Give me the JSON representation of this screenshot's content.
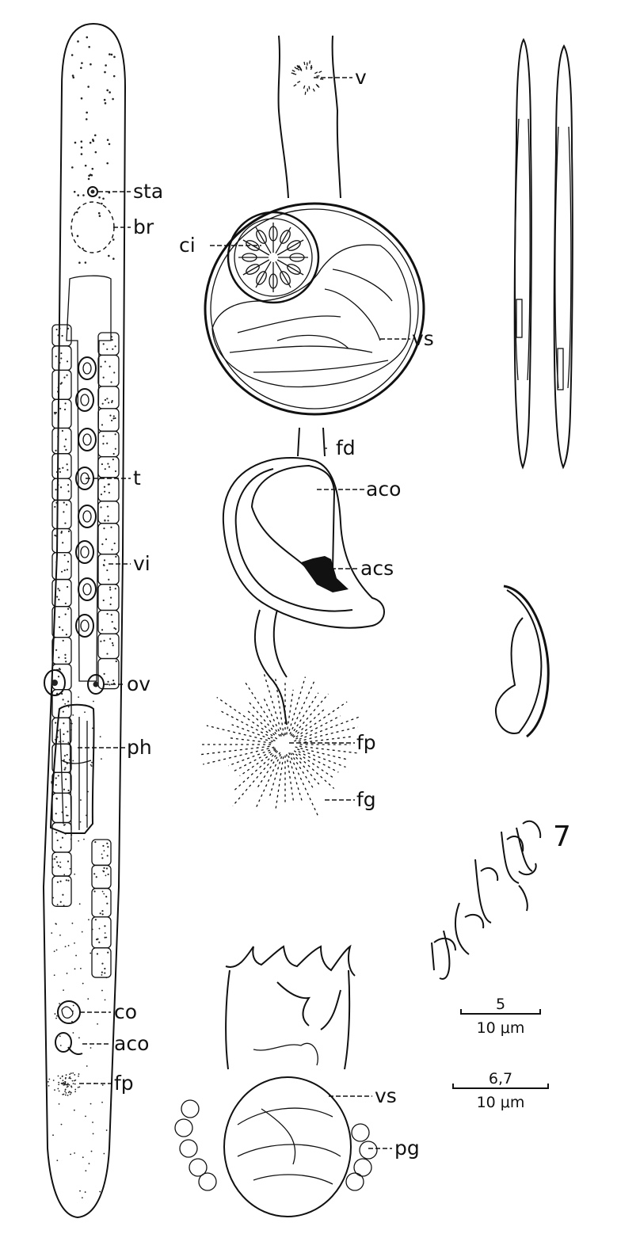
{
  "figure_number": "7",
  "labels": {
    "sta": "sta",
    "br": "br",
    "t": "t",
    "vi": "vi",
    "ov": "ov",
    "ph": "ph",
    "co": "co",
    "aco_body": "aco",
    "fp_body": "fp",
    "v": "v",
    "ci": "ci",
    "vs_top": "vs",
    "fd": "fd",
    "aco_detail": "aco",
    "acs": "acs",
    "fp_detail": "fp",
    "fg": "fg",
    "vs_bottom": "vs",
    "pg": "pg"
  },
  "scale_bars": [
    {
      "top": "5",
      "bottom": "10 μm"
    },
    {
      "top": "6,7",
      "bottom": "10 μm"
    }
  ]
}
